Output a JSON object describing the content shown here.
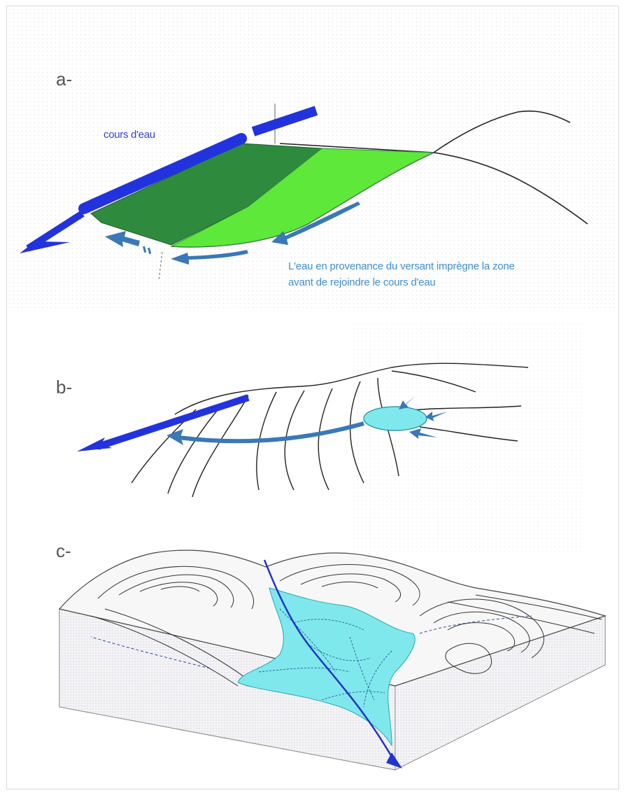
{
  "panels": {
    "a": {
      "label": "a-",
      "stream_label": "cours d'eau",
      "caption_line1": "L'eau en provenance du versant imprègne la zone",
      "caption_line2": "avant de rejoindre le cours d'eau"
    },
    "b": {
      "label": "b-"
    },
    "c": {
      "label": "c-"
    }
  },
  "colors": {
    "stream": "#2233dd",
    "wetland_dark": "#2e8b3e",
    "wetland_light": "#5ee83a",
    "flow_arrow": "#3a78b8",
    "wet_zone": "#7fe8ec"
  }
}
